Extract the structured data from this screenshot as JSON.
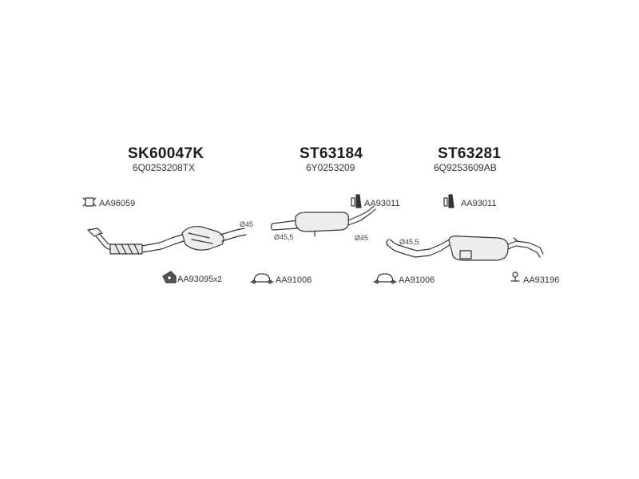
{
  "sections": [
    {
      "code": "SK60047K",
      "oem": "6Q0253208TX"
    },
    {
      "code": "ST63184",
      "oem": "6Y0253209"
    },
    {
      "code": "ST63281",
      "oem": "6Q9253609AB"
    }
  ],
  "parts": {
    "p1": "AA96059",
    "p2": "AA93095",
    "p2_qty": "x2",
    "p3": "AA91006",
    "p4": "AA93011",
    "p5": "AA91006",
    "p6": "AA93011",
    "p7": "AA93196"
  },
  "dimensions": {
    "d1": "Ø45",
    "d2": "Ø45,5",
    "d3": "Ø45",
    "d4": "Ø45,5"
  },
  "colors": {
    "line": "#333333",
    "fill": "#f2f2f2",
    "text": "#1a1a1a"
  }
}
